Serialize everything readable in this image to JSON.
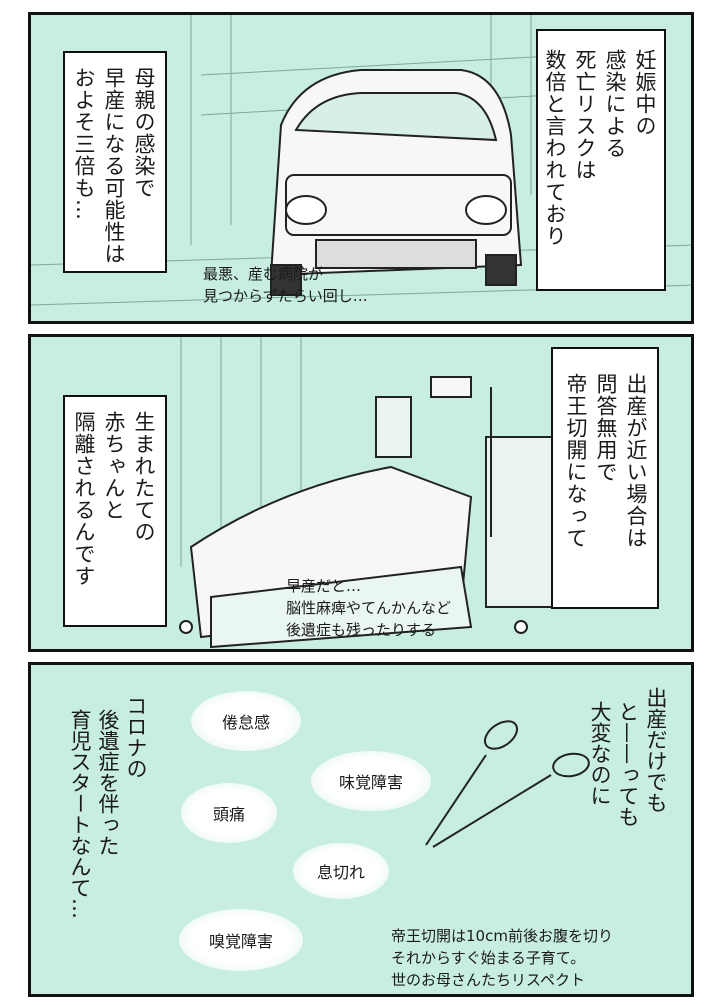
{
  "panel1": {
    "box_right": [
      "妊娠中の",
      "感染による",
      "死亡リスクは",
      "数倍と言われており"
    ],
    "box_left": [
      "母親の感染で",
      "早産になる可能性は",
      "およそ三倍も…"
    ],
    "caption": [
      "最悪、産む病院が",
      "見つからずたらい回し…"
    ]
  },
  "panel2": {
    "box_right": [
      "出産が近い場合は",
      "問答無用で",
      "帝王切開になって"
    ],
    "box_left": [
      "生まれたての",
      "赤ちゃんと",
      "隔離されるんです"
    ],
    "caption": [
      "早産だと…",
      "脳性麻痺やてんかんなど",
      "後遺症も残ったりする"
    ]
  },
  "panel3": {
    "right_text": [
      "出産だけでも",
      "と——っても",
      "大変なのに"
    ],
    "left_text": [
      "コロナの",
      "後遺症を伴った",
      "育児スタートなんて…"
    ],
    "symptoms": [
      "倦怠感",
      "味覚障害",
      "頭痛",
      "息切れ",
      "嗅覚障害"
    ],
    "caption": [
      "帝王切開は10cm前後お腹を切り",
      "それからすぐ始まる子育て。",
      "世のお母さんたちリスペクト"
    ]
  }
}
